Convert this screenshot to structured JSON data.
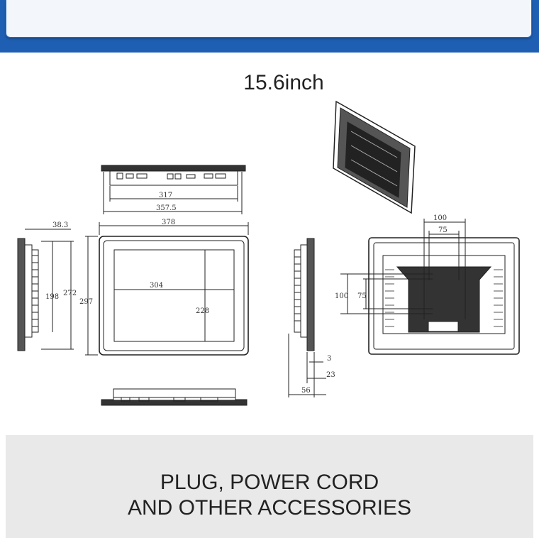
{
  "title": "15.6inch",
  "footer": {
    "line1": "PLUG, POWER CORD",
    "line2": "AND OTHER ACCESSORIES"
  },
  "dimensions": {
    "d317": "317",
    "d357_5": "357.5",
    "d378": "378",
    "d38_3": "38.3",
    "d198": "198",
    "d272": "272",
    "d297": "297",
    "d304": "304",
    "d228": "228",
    "d100_top": "100",
    "d75_top": "75",
    "d100_left": "100",
    "d75_left": "75",
    "d3": "3",
    "d23": "23",
    "d56": "56"
  }
}
